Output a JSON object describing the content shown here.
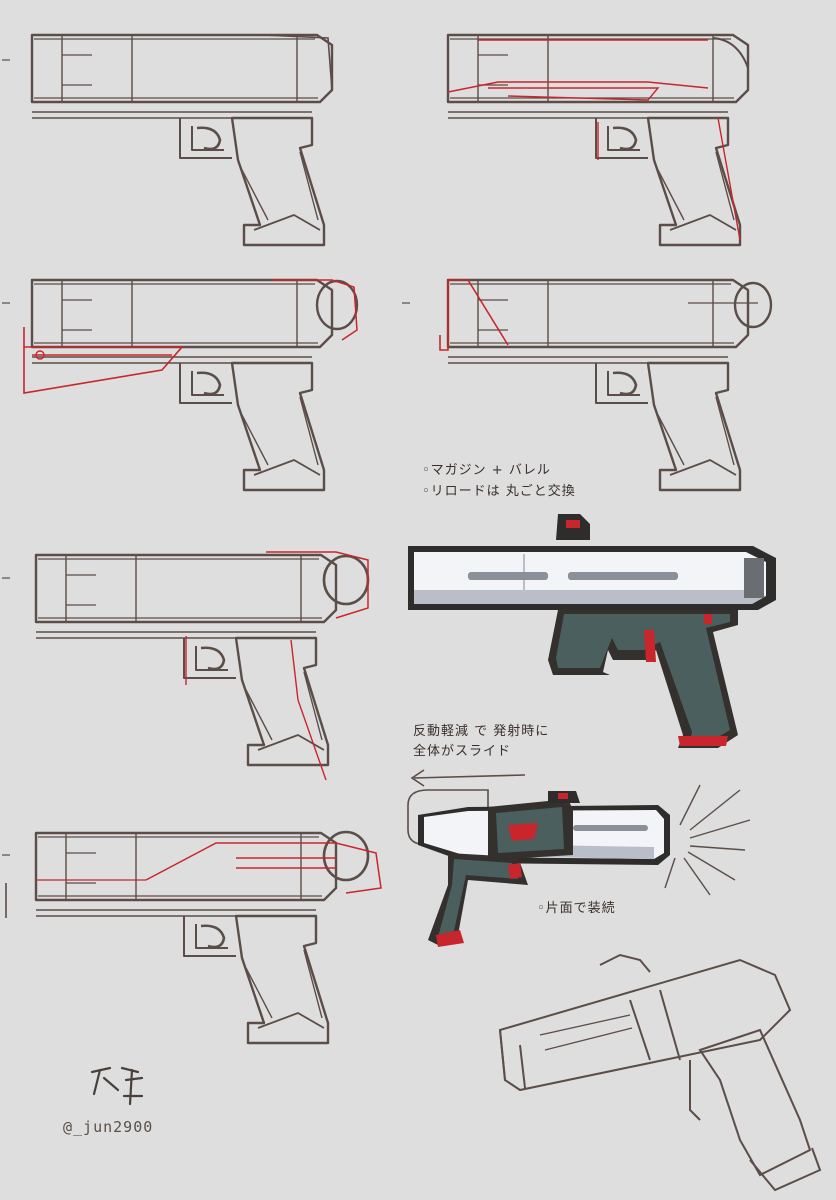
{
  "notes": {
    "reload_line1": "◦マガジン + バレル",
    "reload_line2": "◦リロードは 丸ごと交換",
    "slide_line1": "反動軽減 で 発射時に",
    "slide_line2": "全体がスライド",
    "side_line": "◦片面で装続"
  },
  "signature": {
    "handle": "@_jun2900"
  },
  "colors": {
    "background": "#dedede",
    "sketch_line": "#5b4d47",
    "accent_red": "#c8262c",
    "slide_white": "#f2f4f7",
    "slide_shadow": "#b9bec8",
    "frame_green": "#4a5f5e",
    "frame_dark": "#33302e"
  }
}
